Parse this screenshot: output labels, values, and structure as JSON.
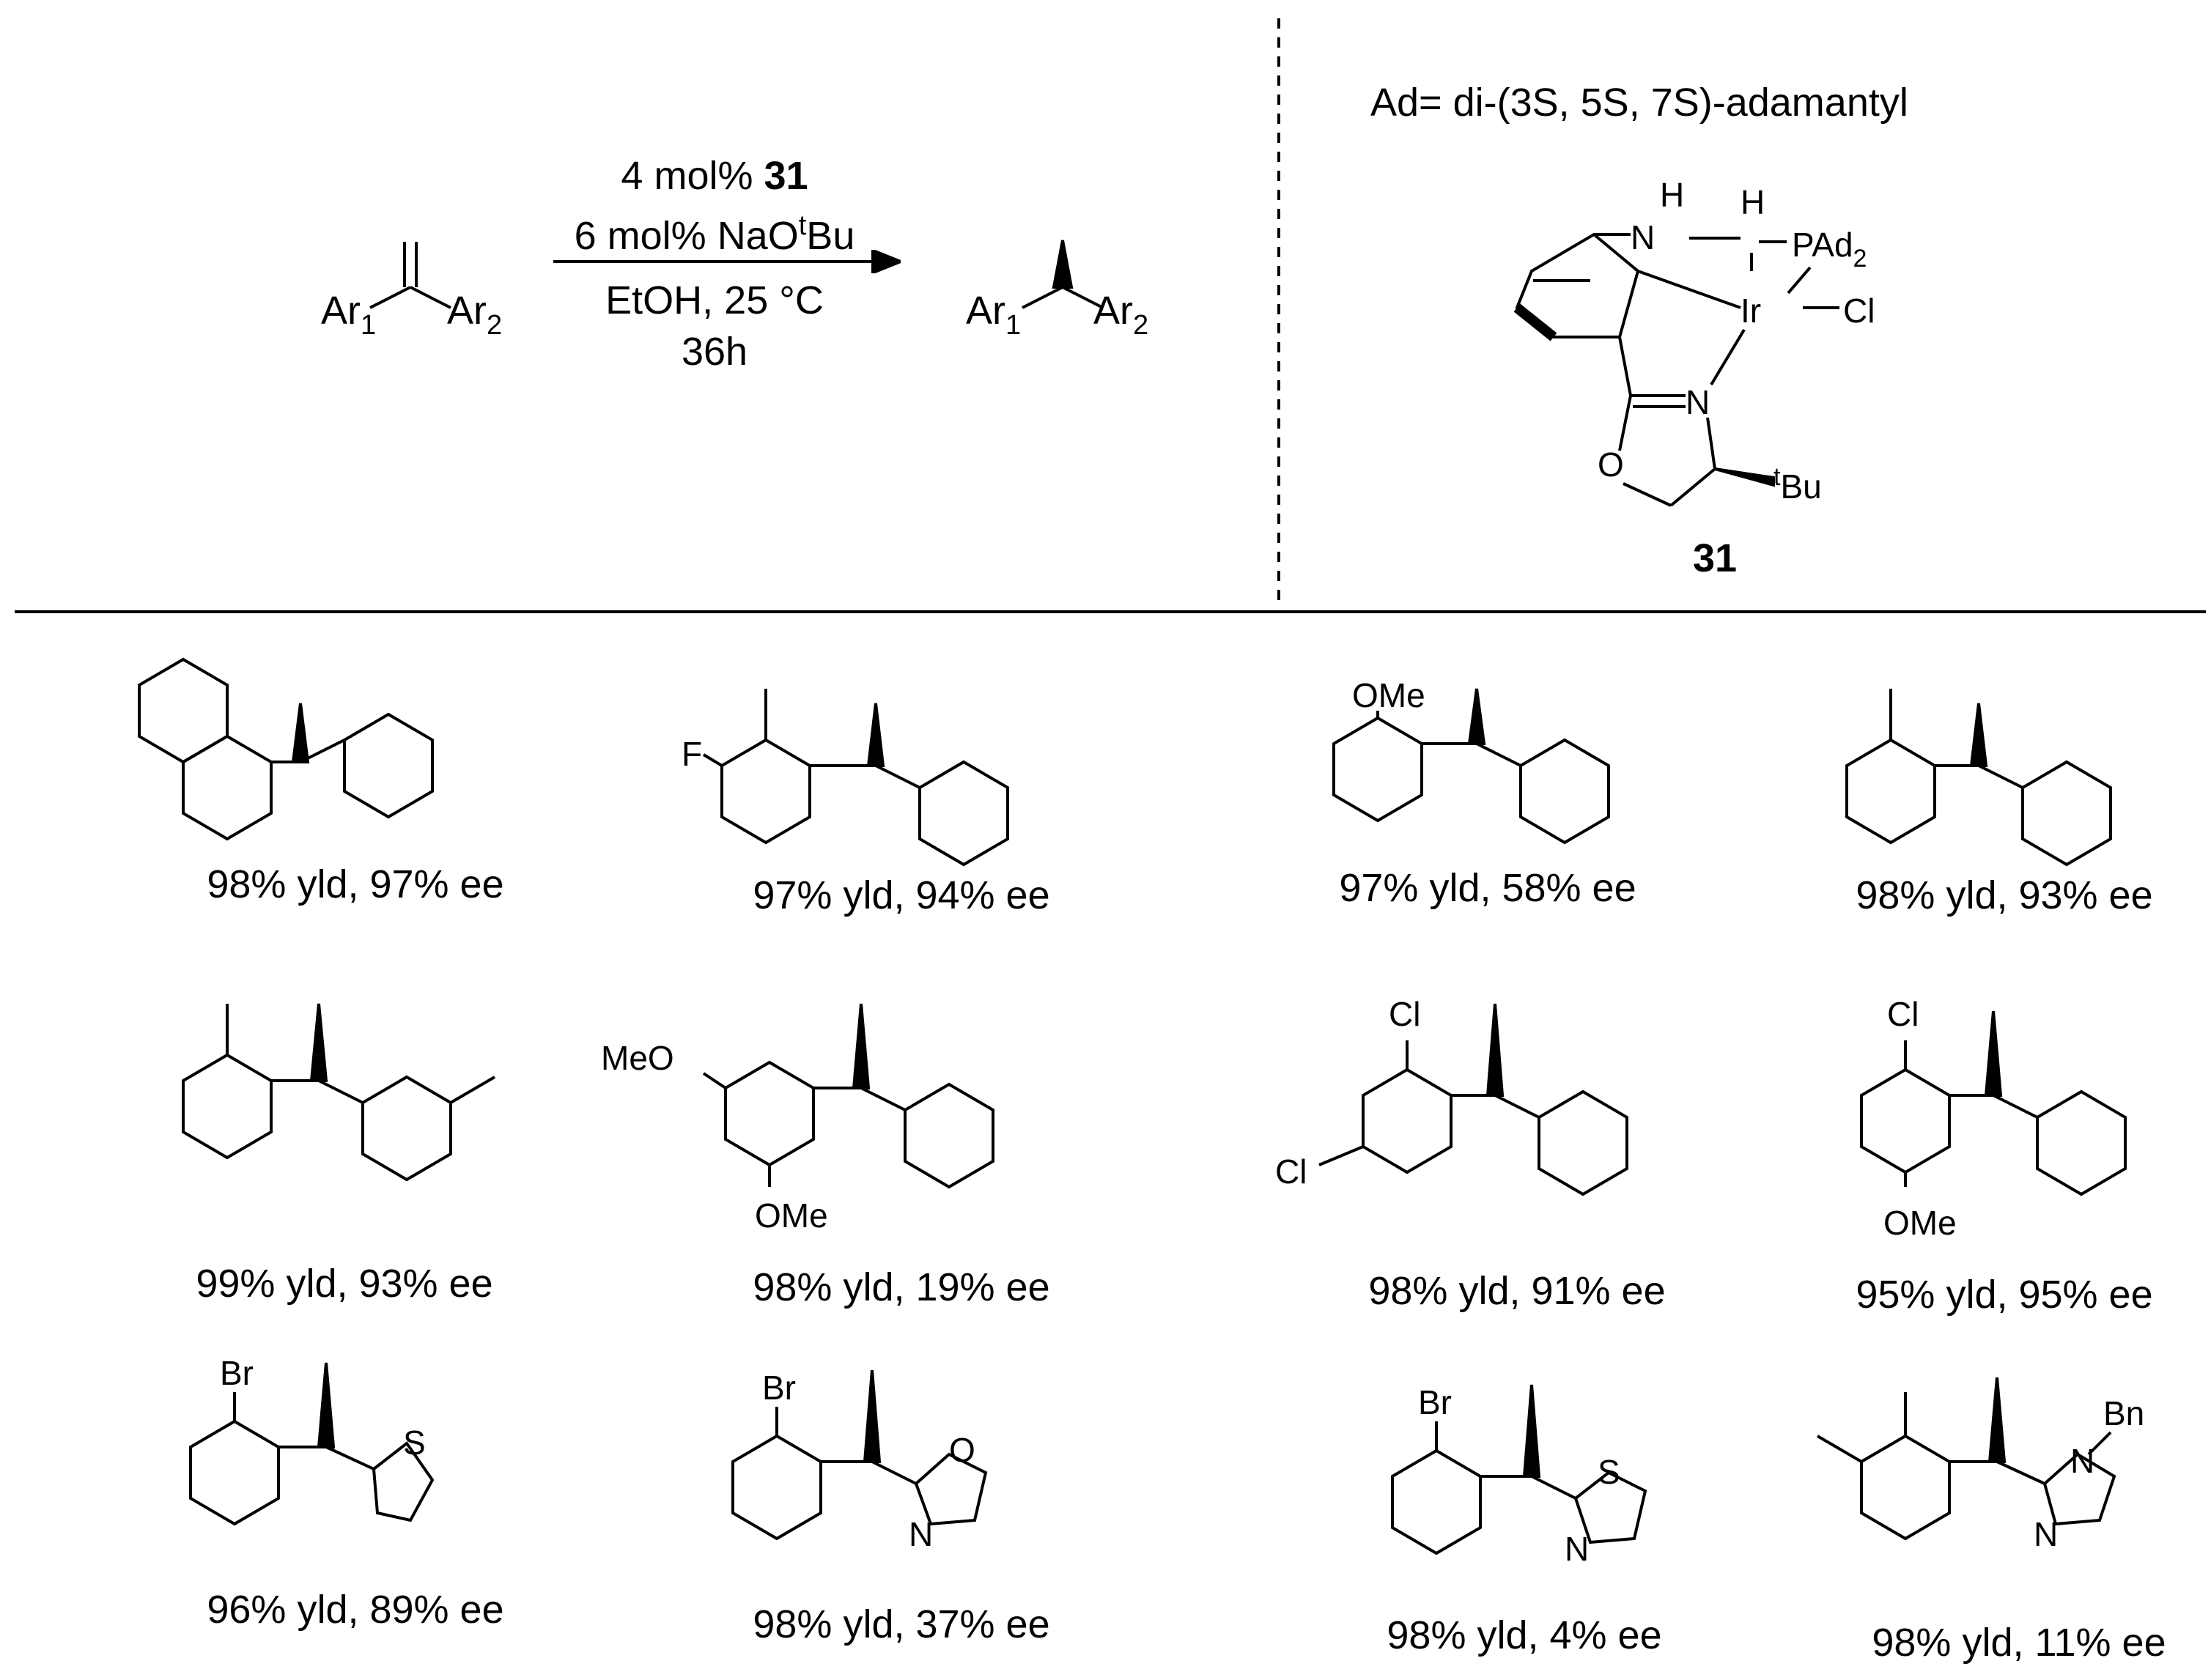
{
  "reaction": {
    "substrate": {
      "ar1": "Ar",
      "ar1_sub": "1",
      "ar2": "Ar",
      "ar2_sub": "2"
    },
    "product": {
      "ar1": "Ar",
      "ar1_sub": "1",
      "ar2": "Ar",
      "ar2_sub": "2"
    },
    "conditions": {
      "line1_prefix": "4 mol% ",
      "line1_bold": "31",
      "line2_prefix": "6 mol% NaO",
      "line2_sup": "t",
      "line2_suffix": "Bu",
      "line3": "EtOH, 25 °C",
      "line4": "36h"
    }
  },
  "catalyst": {
    "ad_definition": "Ad= di-(3S, 5S, 7S)-adamantyl",
    "label": "31",
    "atoms": {
      "H1": "H",
      "N1": "N",
      "H2": "H",
      "P": "PAd",
      "P_sub": "2",
      "Ir": "Ir",
      "Cl": "Cl",
      "N2": "N",
      "O": "O",
      "tBu_sup": "t",
      "tBu": "Bu"
    }
  },
  "results": [
    {
      "text": "98% yld, 97% ee"
    },
    {
      "text": "97% yld, 94% ee",
      "atoms": {
        "F": "F"
      }
    },
    {
      "text": "97% yld, 58% ee",
      "atoms": {
        "OMe": "OMe"
      }
    },
    {
      "text": "98% yld, 93% ee"
    },
    {
      "text": "99% yld, 93% ee"
    },
    {
      "text": "98% yld, 19% ee",
      "atoms": {
        "MeO": "MeO",
        "OMe": "OMe"
      }
    },
    {
      "text": "98% yld, 91% ee",
      "atoms": {
        "Cl_top": "Cl",
        "Cl_bottom": "Cl"
      }
    },
    {
      "text": "95% yld, 95% ee",
      "atoms": {
        "Cl": "Cl",
        "OMe": "OMe"
      }
    },
    {
      "text": "96% yld, 89% ee",
      "atoms": {
        "Br": "Br",
        "S": "S"
      }
    },
    {
      "text": "98% yld, 37% ee",
      "atoms": {
        "Br": "Br",
        "O": "O",
        "N": "N"
      }
    },
    {
      "text": "98% yld, 4% ee",
      "atoms": {
        "Br": "Br",
        "S": "S",
        "N": "N"
      }
    },
    {
      "text": "98% yld, 11% ee",
      "atoms": {
        "Bn": "Bn",
        "N1": "N",
        "N2": "N"
      }
    }
  ]
}
